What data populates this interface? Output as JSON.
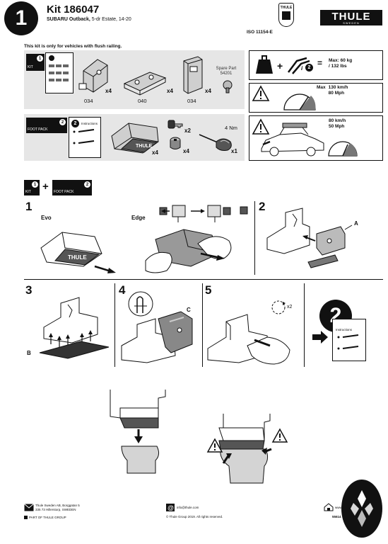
{
  "header": {
    "step_badge": "1",
    "kit_title": "Kit 186047",
    "vehicle_model": "SUBARU Outback,",
    "vehicle_detail": " 5-dr Estate, 14-20",
    "iso": "ISO 11154-E",
    "brand": "THULE",
    "brand_sub": "SWEDEN",
    "seal_text": "THULE"
  },
  "notice": "This kit is only for vehicles with flush railing.",
  "kit_panel": {
    "tag_label": "KIT",
    "tag_number": "1",
    "parts": [
      {
        "code": "034",
        "qty": "x4"
      },
      {
        "code": "040",
        "qty": "x4"
      },
      {
        "code": "034",
        "qty": "x4"
      }
    ],
    "spare_label": "Spare Part",
    "spare_code": "54201"
  },
  "footpack_panel": {
    "tag_label": "FOOT PACK",
    "tag_number": "2",
    "sheet_number": "2",
    "sheet_title": "Instructions",
    "foot_qty": "x4",
    "key_qty": "x2",
    "lock_qty": "x4",
    "torque": "4 Nm",
    "tool_qty": "x1"
  },
  "info": {
    "load_max": "Max: 60 kg",
    "load_lbs": "/ 132 lbs",
    "i_number": "2",
    "speed_label": "Max",
    "speed_kmh": "130 km/h",
    "speed_mph": "80 Mph",
    "roof_kmh": "80 km/h",
    "roof_mph": "50 Mph"
  },
  "combo": {
    "kit_label": "KIT",
    "kit_number": "1",
    "footpack_label": "FOOT PACK",
    "footpack_number": "2"
  },
  "steps": {
    "s1": "1",
    "s1_evo": "Evo",
    "s1_edge": "Edge",
    "s2": "2",
    "s2_callout": "A",
    "s3": "3",
    "s3_callout": "B",
    "s4": "4",
    "s4_callout": "C",
    "s5": "5",
    "s5_qty": "x2",
    "next_number": "2",
    "next_title": "Instructions"
  },
  "footer": {
    "company": "Thule Sweden AB, Borggatan 5",
    "address": "335 73 Hillerstorp, SWEDEN",
    "group": "PART OF THULE GROUP",
    "email": "info@thule.com",
    "copyright": "© Thule Group 2019. All rights reserved.",
    "web": "www",
    "doc_number": "55614"
  }
}
